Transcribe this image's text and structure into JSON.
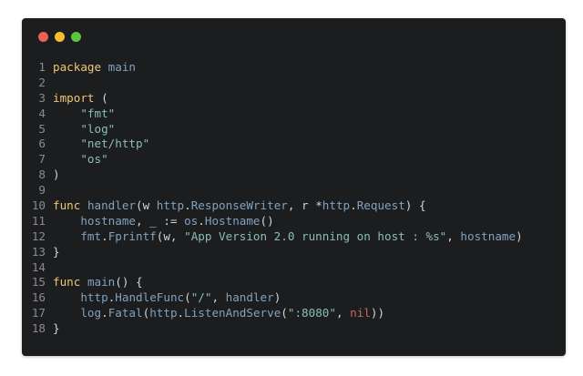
{
  "window": {
    "controls": [
      {
        "name": "close",
        "color": "#ee5f56"
      },
      {
        "name": "minimize",
        "color": "#f6bd30"
      },
      {
        "name": "maximize",
        "color": "#5ac640"
      }
    ]
  },
  "code": {
    "language": "go",
    "colors": {
      "keyword": "#f0c674",
      "identifier": "#81a2be",
      "string": "#8abeb7",
      "plain": "#d4d4d4",
      "nil": "#cc6666",
      "line_number": "#8b8b8b",
      "background": "#1c1d1f"
    },
    "lines": [
      {
        "n": "1",
        "tokens": [
          {
            "t": "package",
            "c": "kw"
          },
          {
            "t": " ",
            "c": "plain"
          },
          {
            "t": "main",
            "c": "id"
          }
        ]
      },
      {
        "n": "2",
        "tokens": []
      },
      {
        "n": "3",
        "tokens": [
          {
            "t": "import",
            "c": "kw"
          },
          {
            "t": " (",
            "c": "plain"
          }
        ]
      },
      {
        "n": "4",
        "tokens": [
          {
            "t": "    ",
            "c": "plain"
          },
          {
            "t": "\"fmt\"",
            "c": "str"
          }
        ]
      },
      {
        "n": "5",
        "tokens": [
          {
            "t": "    ",
            "c": "plain"
          },
          {
            "t": "\"log\"",
            "c": "str"
          }
        ]
      },
      {
        "n": "6",
        "tokens": [
          {
            "t": "    ",
            "c": "plain"
          },
          {
            "t": "\"net/http\"",
            "c": "str"
          }
        ]
      },
      {
        "n": "7",
        "tokens": [
          {
            "t": "    ",
            "c": "plain"
          },
          {
            "t": "\"os\"",
            "c": "str"
          }
        ]
      },
      {
        "n": "8",
        "tokens": [
          {
            "t": ")",
            "c": "plain"
          }
        ]
      },
      {
        "n": "9",
        "tokens": []
      },
      {
        "n": "10",
        "tokens": [
          {
            "t": "func",
            "c": "kw"
          },
          {
            "t": " ",
            "c": "plain"
          },
          {
            "t": "handler",
            "c": "id"
          },
          {
            "t": "(w ",
            "c": "plain"
          },
          {
            "t": "http",
            "c": "id"
          },
          {
            "t": ".",
            "c": "plain"
          },
          {
            "t": "ResponseWriter",
            "c": "id"
          },
          {
            "t": ", r *",
            "c": "plain"
          },
          {
            "t": "http",
            "c": "id"
          },
          {
            "t": ".",
            "c": "plain"
          },
          {
            "t": "Request",
            "c": "id"
          },
          {
            "t": ") {",
            "c": "plain"
          }
        ]
      },
      {
        "n": "11",
        "tokens": [
          {
            "t": "    ",
            "c": "plain"
          },
          {
            "t": "hostname",
            "c": "id"
          },
          {
            "t": ", _ := ",
            "c": "plain"
          },
          {
            "t": "os",
            "c": "id"
          },
          {
            "t": ".",
            "c": "plain"
          },
          {
            "t": "Hostname",
            "c": "id"
          },
          {
            "t": "()",
            "c": "plain"
          }
        ]
      },
      {
        "n": "12",
        "tokens": [
          {
            "t": "    ",
            "c": "plain"
          },
          {
            "t": "fmt",
            "c": "id"
          },
          {
            "t": ".",
            "c": "plain"
          },
          {
            "t": "Fprintf",
            "c": "id"
          },
          {
            "t": "(w, ",
            "c": "plain"
          },
          {
            "t": "\"App Version 2.0 running on host : %s\"",
            "c": "str"
          },
          {
            "t": ", ",
            "c": "plain"
          },
          {
            "t": "hostname",
            "c": "id"
          },
          {
            "t": ")",
            "c": "plain"
          }
        ]
      },
      {
        "n": "13",
        "tokens": [
          {
            "t": "}",
            "c": "plain"
          }
        ]
      },
      {
        "n": "14",
        "tokens": []
      },
      {
        "n": "15",
        "tokens": [
          {
            "t": "func",
            "c": "kw"
          },
          {
            "t": " ",
            "c": "plain"
          },
          {
            "t": "main",
            "c": "id"
          },
          {
            "t": "() {",
            "c": "plain"
          }
        ]
      },
      {
        "n": "16",
        "tokens": [
          {
            "t": "    ",
            "c": "plain"
          },
          {
            "t": "http",
            "c": "id"
          },
          {
            "t": ".",
            "c": "plain"
          },
          {
            "t": "HandleFunc",
            "c": "id"
          },
          {
            "t": "(",
            "c": "plain"
          },
          {
            "t": "\"/\"",
            "c": "str"
          },
          {
            "t": ", ",
            "c": "plain"
          },
          {
            "t": "handler",
            "c": "id"
          },
          {
            "t": ")",
            "c": "plain"
          }
        ]
      },
      {
        "n": "17",
        "tokens": [
          {
            "t": "    ",
            "c": "plain"
          },
          {
            "t": "log",
            "c": "id"
          },
          {
            "t": ".",
            "c": "plain"
          },
          {
            "t": "Fatal",
            "c": "id"
          },
          {
            "t": "(",
            "c": "plain"
          },
          {
            "t": "http",
            "c": "id"
          },
          {
            "t": ".",
            "c": "plain"
          },
          {
            "t": "ListenAndServe",
            "c": "id"
          },
          {
            "t": "(",
            "c": "plain"
          },
          {
            "t": "\":8080\"",
            "c": "str"
          },
          {
            "t": ", ",
            "c": "plain"
          },
          {
            "t": "nil",
            "c": "nil"
          },
          {
            "t": "))",
            "c": "plain"
          }
        ]
      },
      {
        "n": "18",
        "tokens": [
          {
            "t": "}",
            "c": "plain"
          }
        ]
      }
    ]
  }
}
